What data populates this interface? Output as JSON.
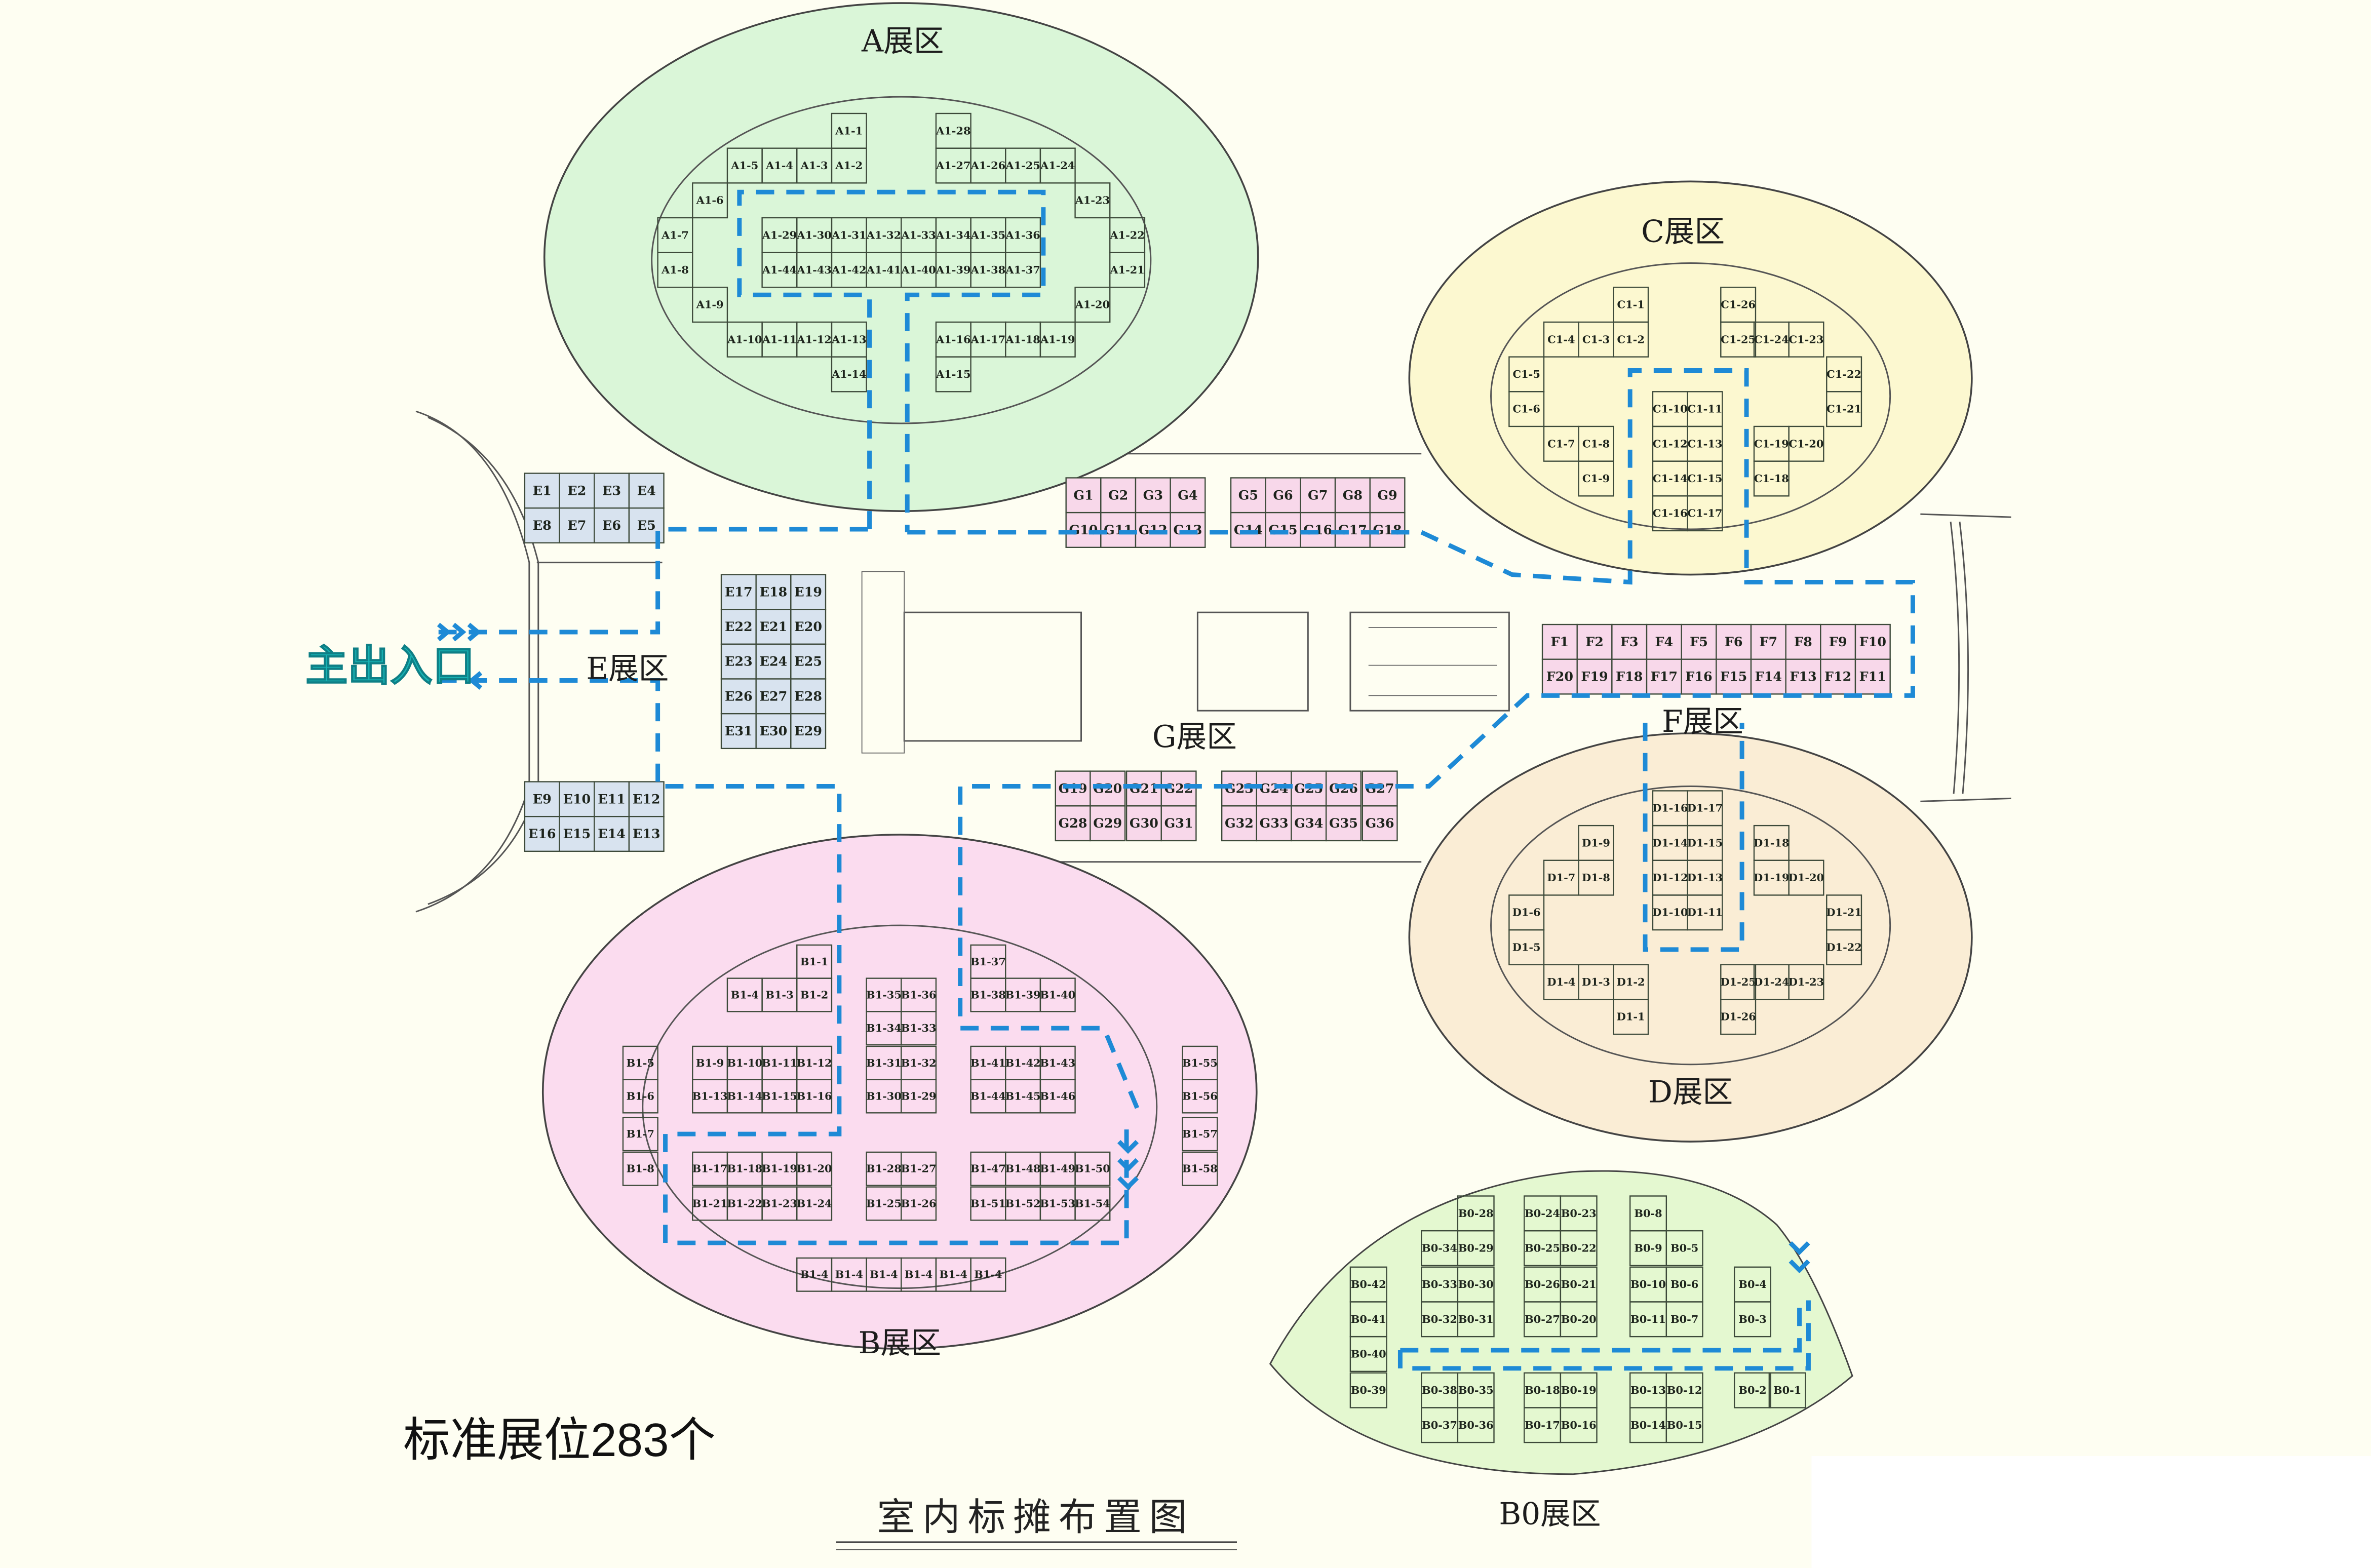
{
  "title": "室内标摊布置图",
  "total_label": "标准展位283个",
  "entrance_label": "主出入口",
  "colors": {
    "zone_a": "#daf6d8",
    "zone_b": "#fbdcef",
    "zone_c": "#fcf8d0",
    "zone_d": "#faedd5",
    "zone_b0": "#e4f8d0",
    "booth_e": "#d8e3ef",
    "booth_gf": "#f8d8ea",
    "route": "#1e8ad6",
    "entrance": "#18b4b4"
  },
  "zones": {
    "A": {
      "title": "A展区",
      "grid": [
        [
          null,
          null,
          null,
          null,
          null,
          "A1-1",
          null,
          null,
          "A1-28",
          null,
          null,
          null,
          null,
          null
        ],
        [
          null,
          null,
          "A1-5",
          "A1-4",
          "A1-3",
          "A1-2",
          null,
          null,
          "A1-27",
          "A1-26",
          "A1-25",
          "A1-24",
          null,
          null
        ],
        [
          null,
          "A1-6",
          null,
          null,
          null,
          null,
          null,
          null,
          null,
          null,
          null,
          null,
          "A1-23",
          null
        ],
        [
          "A1-7",
          null,
          null,
          "A1-29",
          "A1-30",
          "A1-31",
          "A1-32",
          "A1-33",
          "A1-34",
          "A1-35",
          "A1-36",
          null,
          null,
          "A1-22"
        ],
        [
          "A1-8",
          null,
          null,
          "A1-44",
          "A1-43",
          "A1-42",
          "A1-41",
          "A1-40",
          "A1-39",
          "A1-38",
          "A1-37",
          null,
          null,
          "A1-21"
        ],
        [
          null,
          "A1-9",
          null,
          null,
          null,
          null,
          null,
          null,
          null,
          null,
          null,
          null,
          "A1-20",
          null
        ],
        [
          null,
          null,
          "A1-10",
          "A1-11",
          "A1-12",
          "A1-13",
          null,
          null,
          "A1-16",
          "A1-17",
          "A1-18",
          "A1-19",
          null,
          null
        ],
        [
          null,
          null,
          null,
          null,
          null,
          "A1-14",
          null,
          null,
          "A1-15",
          null,
          null,
          null,
          null,
          null
        ]
      ]
    },
    "C": {
      "title": "C展区",
      "grid": [
        [
          null,
          null,
          null,
          "C1-1",
          null,
          null,
          "C1-26",
          null,
          null,
          null
        ],
        [
          null,
          "C1-4",
          "C1-3",
          "C1-2",
          null,
          null,
          "C1-25",
          "C1-24",
          "C1-23",
          null
        ],
        [
          "C1-5",
          null,
          null,
          null,
          null,
          null,
          null,
          null,
          null,
          "C1-22"
        ],
        [
          "C1-6",
          null,
          null,
          null,
          "C1-10",
          "C1-11",
          null,
          null,
          null,
          "C1-21"
        ],
        [
          null,
          "C1-7",
          "C1-8",
          null,
          "C1-12",
          "C1-13",
          null,
          "C1-19",
          "C1-20",
          null
        ],
        [
          null,
          null,
          "C1-9",
          null,
          "C1-14",
          "C1-15",
          null,
          "C1-18",
          null,
          null
        ],
        [
          null,
          null,
          null,
          null,
          "C1-16",
          "C1-17",
          null,
          null,
          null,
          null
        ]
      ]
    },
    "D": {
      "title": "D展区",
      "grid": [
        [
          null,
          null,
          null,
          null,
          "D1-16",
          "D1-17",
          null,
          null,
          null,
          null
        ],
        [
          null,
          null,
          "D1-9",
          null,
          "D1-14",
          "D1-15",
          null,
          "D1-18",
          null,
          null
        ],
        [
          null,
          "D1-7",
          "D1-8",
          null,
          "D1-12",
          "D1-13",
          null,
          "D1-19",
          "D1-20",
          null
        ],
        [
          "D1-6",
          null,
          null,
          null,
          "D1-10",
          "D1-11",
          null,
          null,
          null,
          "D1-21"
        ],
        [
          "D1-5",
          null,
          null,
          null,
          null,
          null,
          null,
          null,
          null,
          "D1-22"
        ],
        [
          null,
          "D1-4",
          "D1-3",
          "D1-2",
          null,
          null,
          "D1-25",
          "D1-24",
          "D1-23",
          null
        ],
        [
          null,
          null,
          null,
          "D1-1",
          null,
          null,
          "D1-26",
          null,
          null,
          null
        ]
      ]
    },
    "B": {
      "title": "B展区",
      "grid": [
        [
          null,
          null,
          null,
          null,
          "B1-1",
          null,
          null,
          null,
          null,
          "B1-37",
          null,
          null,
          null,
          null
        ],
        [
          null,
          null,
          "B1-4",
          "B1-3",
          "B1-2",
          null,
          "B1-35",
          "B1-36",
          null,
          "B1-38",
          "B1-39",
          "B1-40",
          null,
          null
        ],
        [
          null,
          null,
          null,
          null,
          null,
          null,
          "B1-34",
          "B1-33",
          null,
          null,
          null,
          null,
          null,
          null
        ],
        [
          "B1-5",
          "B1-9",
          "B1-10",
          "B1-11",
          "B1-12",
          null,
          "B1-31",
          "B1-32",
          null,
          "B1-41",
          "B1-42",
          "B1-43",
          null,
          "B1-55"
        ],
        [
          "B1-6",
          "B1-13",
          "B1-14",
          "B1-15",
          "B1-16",
          null,
          "B1-30",
          "B1-29",
          null,
          "B1-44",
          "B1-45",
          "B1-46",
          null,
          "B1-56"
        ],
        [
          "B1-7",
          null,
          null,
          null,
          null,
          null,
          null,
          null,
          null,
          null,
          null,
          null,
          null,
          "B1-57"
        ],
        [
          "B1-8",
          "B1-17",
          "B1-18",
          "B1-19",
          "B1-20",
          null,
          "B1-28",
          "B1-27",
          null,
          "B1-47",
          "B1-48",
          "B1-49",
          "B1-50",
          "B1-58"
        ],
        [
          null,
          "B1-21",
          "B1-22",
          "B1-23",
          "B1-24",
          null,
          "B1-25",
          "B1-26",
          null,
          "B1-51",
          "B1-52",
          "B1-53",
          "B1-54",
          null
        ],
        [
          null,
          null,
          null,
          null,
          "B1-4",
          "B1-4",
          "B1-4",
          "B1-4",
          "B1-4",
          "B1-4",
          null,
          null,
          null,
          null
        ]
      ]
    },
    "B0": {
      "title": "B0展区",
      "grid": [
        [
          null,
          null,
          "B0-28",
          "B0-24",
          "B0-23",
          "B0-8",
          null,
          null,
          null
        ],
        [
          null,
          "B0-34",
          "B0-29",
          "B0-25",
          "B0-22",
          "B0-9",
          "B0-5",
          null,
          null
        ],
        [
          "B0-42",
          "B0-33",
          "B0-30",
          "B0-26",
          "B0-21",
          "B0-10",
          "B0-6",
          "B0-4",
          null
        ],
        [
          "B0-41",
          "B0-32",
          "B0-31",
          "B0-27",
          "B0-20",
          "B0-11",
          "B0-7",
          "B0-3",
          null
        ],
        [
          "B0-40",
          null,
          null,
          null,
          null,
          null,
          null,
          null,
          null
        ],
        [
          "B0-39",
          "B0-38",
          "B0-35",
          "B0-18",
          "B0-19",
          "B0-13",
          "B0-12",
          "B0-2",
          "B0-1"
        ],
        [
          null,
          "B0-37",
          "B0-36",
          "B0-17",
          "B0-16",
          "B0-14",
          "B0-15",
          null,
          null
        ]
      ]
    },
    "E": {
      "title": "E展区",
      "grid": [
        [
          "E1",
          "E2",
          "E3",
          "E4",
          null,
          null,
          null
        ],
        [
          "E8",
          "E7",
          "E6",
          "E5",
          null,
          null,
          null
        ],
        [
          null,
          null,
          null,
          null,
          "E17",
          "E18",
          "E19"
        ],
        [
          null,
          null,
          null,
          null,
          "E22",
          "E21",
          "E20"
        ],
        [
          null,
          null,
          null,
          null,
          "E23",
          "E24",
          "E25"
        ],
        [
          null,
          null,
          null,
          null,
          "E26",
          "E27",
          "E28"
        ],
        [
          null,
          null,
          null,
          null,
          "E31",
          "E30",
          "E29"
        ],
        [
          "E9",
          "E10",
          "E11",
          "E12",
          null,
          null,
          null
        ],
        [
          "E16",
          "E15",
          "E14",
          "E13",
          null,
          null,
          null
        ]
      ]
    },
    "G": {
      "title": "G展区",
      "grid_top": [
        [
          "G1",
          "G2",
          "G3",
          "G4",
          "G5",
          "G6",
          "G7",
          "G8",
          "G9"
        ],
        [
          "G10",
          "G11",
          "G12",
          "G13",
          "G14",
          "G15",
          "G16",
          "G17",
          "G18"
        ]
      ],
      "grid_bottom": [
        [
          "G19",
          "G20",
          "G21",
          "G22",
          "G23",
          "G24",
          "G25",
          "G26",
          "G27"
        ],
        [
          "G28",
          "G29",
          "G30",
          "G31",
          "G32",
          "G33",
          "G34",
          "G35",
          "G36"
        ]
      ]
    },
    "F": {
      "title": "F展区",
      "grid": [
        [
          "F1",
          "F2",
          "F3",
          "F4",
          "F5",
          "F6",
          "F7",
          "F8",
          "F9",
          "F10"
        ],
        [
          "F20",
          "F19",
          "F18",
          "F17",
          "F16",
          "F15",
          "F14",
          "F13",
          "F12",
          "F11"
        ]
      ]
    }
  }
}
